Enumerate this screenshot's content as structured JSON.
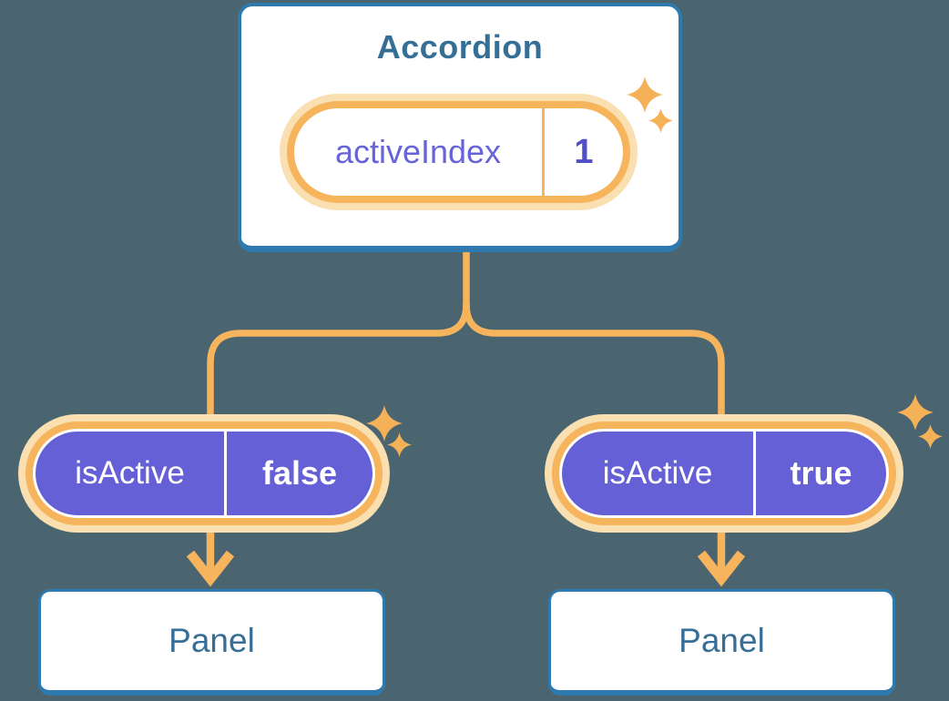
{
  "diagram": {
    "accordion": {
      "title": "Accordion",
      "state": {
        "label": "activeIndex",
        "value": "1"
      }
    },
    "children": {
      "left": {
        "prop_label": "isActive",
        "prop_value": "false",
        "panel_title": "Panel"
      },
      "right": {
        "prop_label": "isActive",
        "prop_value": "true",
        "panel_title": "Panel"
      }
    },
    "colors": {
      "background": "#4B6570",
      "card_fill": "#FFFFFF",
      "card_border_blue": "#2E79AE",
      "heading_blue": "#356F95",
      "state_purple_text": "#6763D8",
      "state_value_purple": "#524EC9",
      "prop_pill_purple": "#6560D5",
      "connector_orange": "#F6B45C",
      "pill_halo_orange": "#FADFB0",
      "sparkle_orange": "#F5B158"
    },
    "icons": {
      "sparkle": "four-point-star"
    }
  }
}
